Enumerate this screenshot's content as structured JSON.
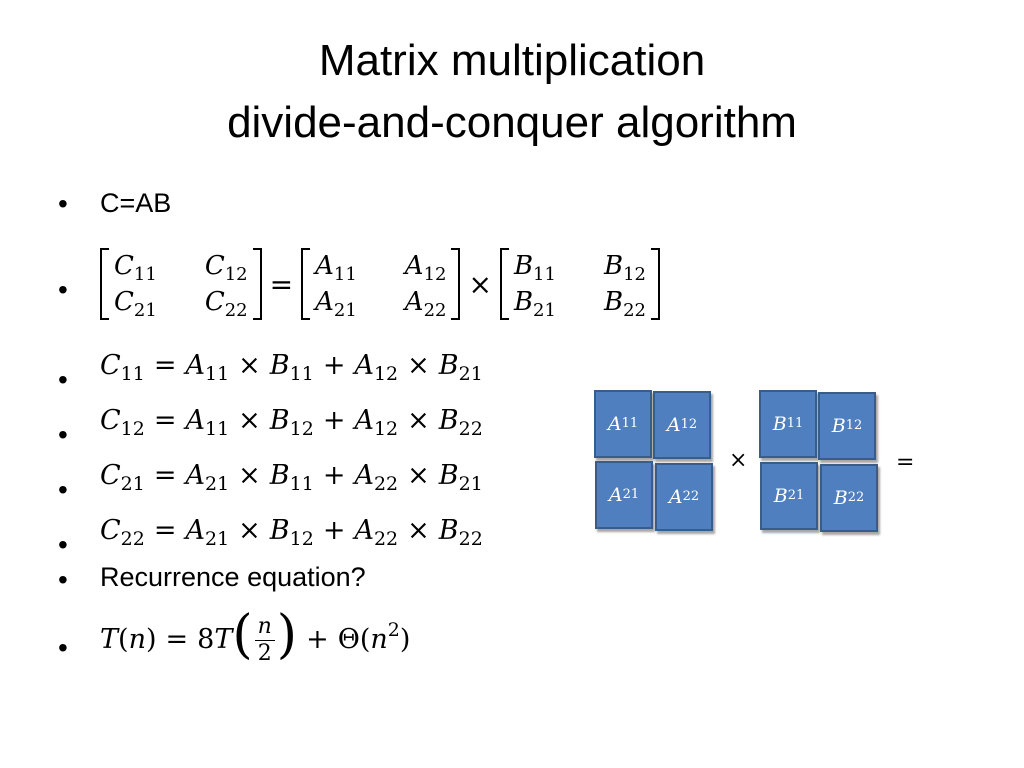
{
  "title": {
    "line1": "Matrix multiplication",
    "line2": "divide-and-conquer algorithm"
  },
  "bullet_char": "•",
  "bullets": {
    "b1": "C=AB",
    "b7": "Recurrence equation?"
  },
  "matrix_eq": {
    "C": [
      [
        "C",
        "11",
        "C",
        "12"
      ],
      [
        "C",
        "21",
        "C",
        "22"
      ]
    ],
    "A": [
      [
        "A",
        "11",
        "A",
        "12"
      ],
      [
        "A",
        "21",
        "A",
        "22"
      ]
    ],
    "B": [
      [
        "B",
        "11",
        "B",
        "12"
      ],
      [
        "B",
        "21",
        "B",
        "22"
      ]
    ],
    "eq": "=",
    "times": "×"
  },
  "equations": [
    {
      "lhs": [
        "C",
        "11"
      ],
      "t1": [
        [
          "A",
          "11"
        ],
        [
          "B",
          "11"
        ]
      ],
      "t2": [
        [
          "A",
          "12"
        ],
        [
          "B",
          "21"
        ]
      ]
    },
    {
      "lhs": [
        "C",
        "12"
      ],
      "t1": [
        [
          "A",
          "11"
        ],
        [
          "B",
          "12"
        ]
      ],
      "t2": [
        [
          "A",
          "12"
        ],
        [
          "B",
          "22"
        ]
      ]
    },
    {
      "lhs": [
        "C",
        "21"
      ],
      "t1": [
        [
          "A",
          "21"
        ],
        [
          "B",
          "11"
        ]
      ],
      "t2": [
        [
          "A",
          "22"
        ],
        [
          "B",
          "21"
        ]
      ]
    },
    {
      "lhs": [
        "C",
        "22"
      ],
      "t1": [
        [
          "A",
          "21"
        ],
        [
          "B",
          "12"
        ]
      ],
      "t2": [
        [
          "A",
          "22"
        ],
        [
          "B",
          "22"
        ]
      ]
    }
  ],
  "ops": {
    "eq": "=",
    "times": "×",
    "plus": "+"
  },
  "recurrence": {
    "T": "T",
    "n": "n",
    "lp": "(",
    "rp": ")",
    "eq": "=",
    "coef": "8",
    "frac_num": "n",
    "frac_den": "2",
    "plus": "+",
    "theta": "Θ",
    "exp": "2"
  },
  "diagram": {
    "a11": [
      "A",
      "11"
    ],
    "a12": [
      "A",
      "12"
    ],
    "a21": [
      "A",
      "21"
    ],
    "a22": [
      "A",
      "22"
    ],
    "b11": [
      "B",
      "11"
    ],
    "b12": [
      "B",
      "12"
    ],
    "b21": [
      "B",
      "21"
    ],
    "b22": [
      "B",
      "22"
    ],
    "times": "×",
    "equals": "=",
    "block_color": "#4f7fbf",
    "block_border": "#385d8a"
  }
}
